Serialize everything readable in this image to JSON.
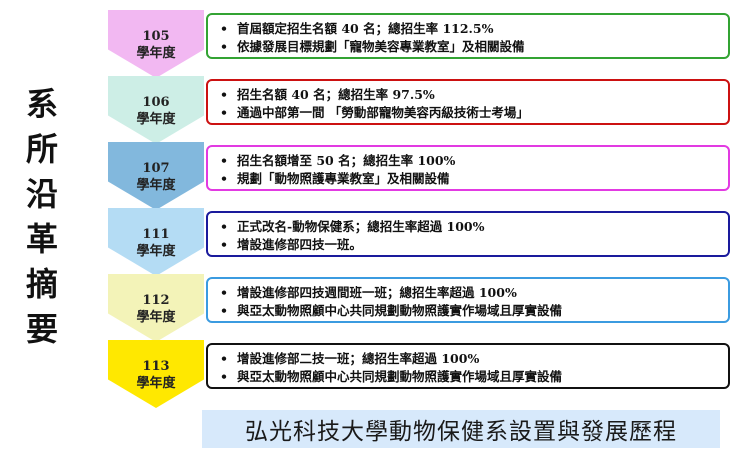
{
  "side_title": [
    "系",
    "所",
    "沿",
    "革",
    "摘",
    "要"
  ],
  "milestones": [
    {
      "year": "105",
      "label": "學年度",
      "color": "#f2b8f2",
      "border": "#33a333",
      "items": [
        "首屆額定招生名額 40 名；總招生率 112.5%",
        "依據發展目標規劃「寵物美容專業教室」及相關設備"
      ]
    },
    {
      "year": "106",
      "label": "學年度",
      "color": "#cdeee6",
      "border": "#cc1111",
      "items": [
        "招生名額 40 名；總招生率 97.5%",
        "通過中部第一間 「勞動部寵物美容丙級技術士考場」"
      ]
    },
    {
      "year": "107",
      "label": "學年度",
      "color": "#82b8dd",
      "border": "#e23ae2",
      "items": [
        "招生名額增至 50 名；總招生率 100%",
        "規劃「動物照護專業教室」及相關設備"
      ]
    },
    {
      "year": "111",
      "label": "學年度",
      "color": "#b4dcf4",
      "border": "#1a1a9c",
      "items": [
        "正式改名-動物保健系；總招生率超過 100%",
        "增設進修部四技一班。"
      ]
    },
    {
      "year": "112",
      "label": "學年度",
      "color": "#f3f3b8",
      "border": "#3b9be0",
      "items": [
        "增設進修部四技週間班一班；總招生率超過 100%",
        "與亞太動物照顧中心共同規劃動物照護實作場域且厚實設備"
      ]
    },
    {
      "year": "113",
      "label": "學年度",
      "color": "#ffe800",
      "border": "#111111",
      "items": [
        "增設進修部二技一班；總招生率超過 100%",
        "與亞太動物照顧中心共同規劃動物照護實作場域且厚實設備"
      ]
    }
  ],
  "footer": "弘光科技大學動物保健系設置與發展歷程"
}
